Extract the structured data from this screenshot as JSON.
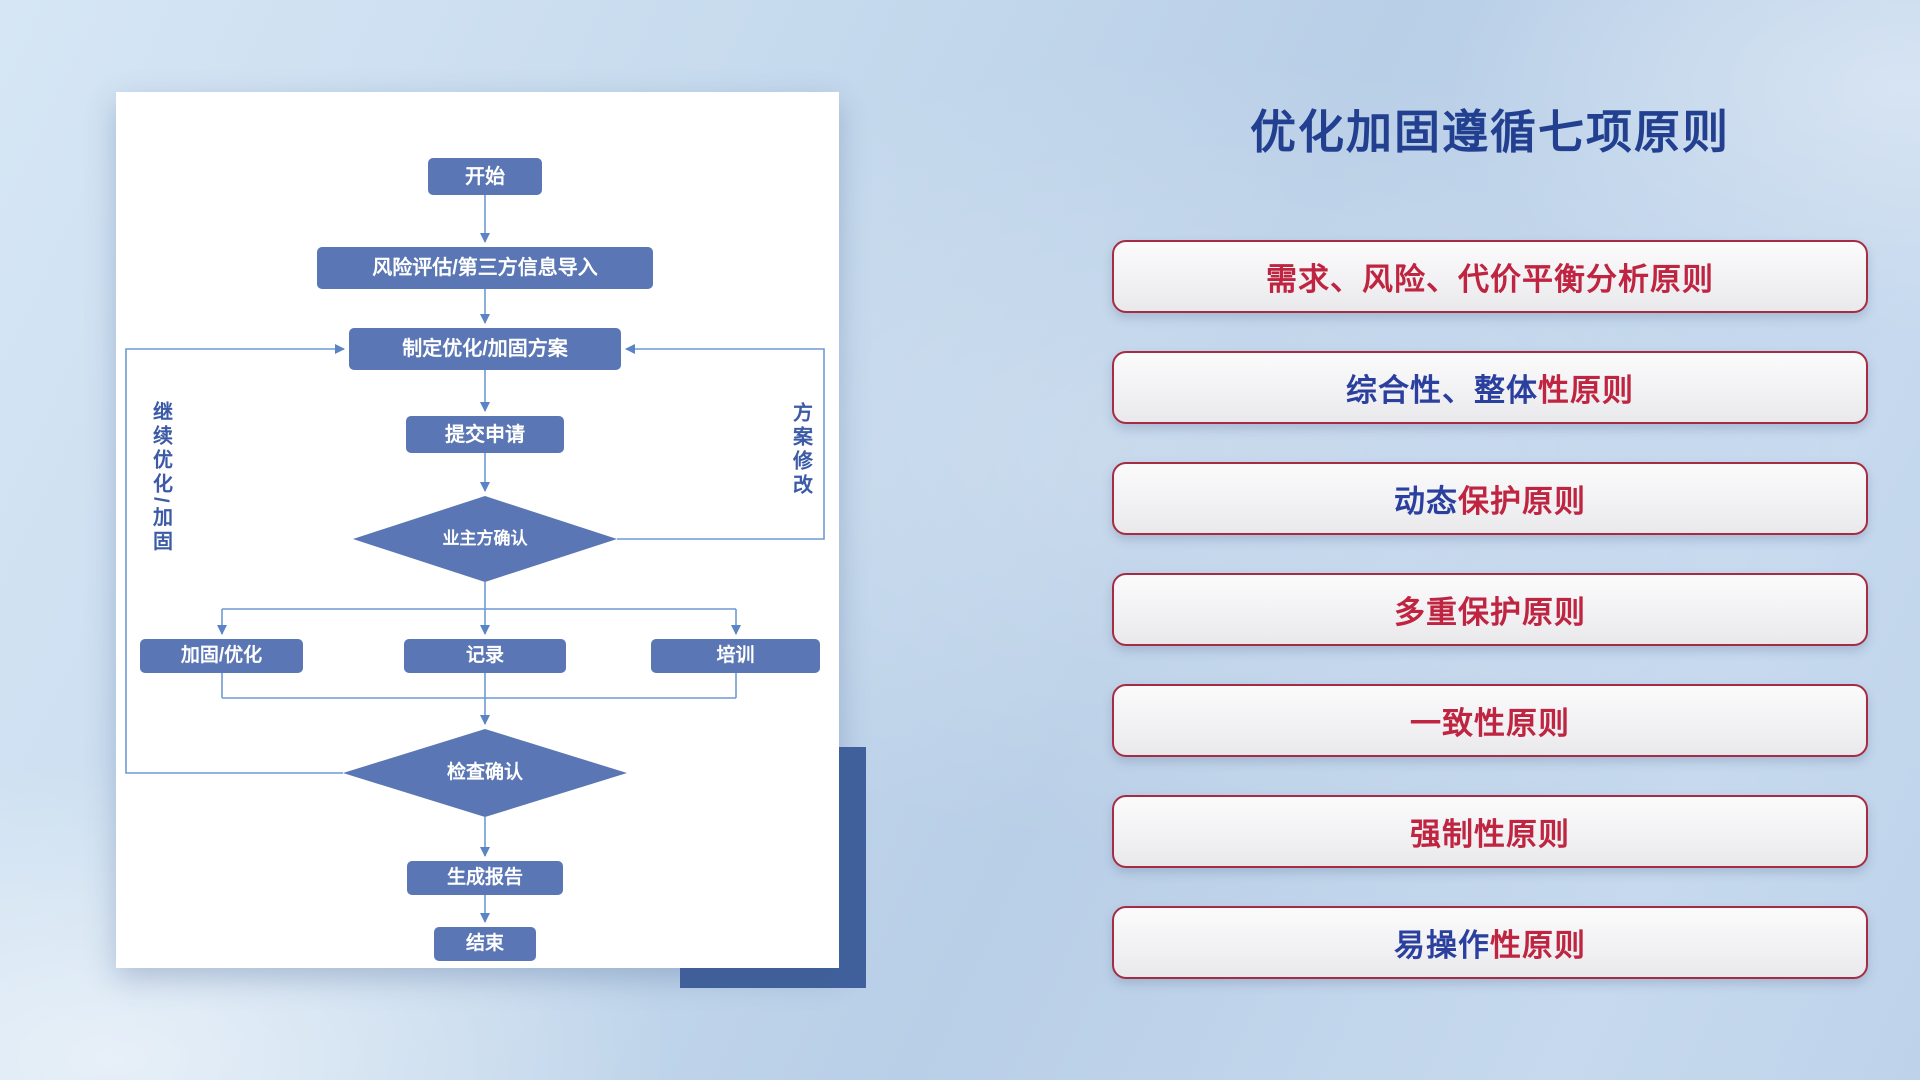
{
  "title": "优化加固遵循七项原则",
  "principles": [
    {
      "segments": [
        {
          "text": "需求、风险、代价平衡分析原则",
          "color": "red"
        }
      ]
    },
    {
      "segments": [
        {
          "text": "综合性、整体",
          "color": "blue"
        },
        {
          "text": "性原则",
          "color": "red"
        }
      ]
    },
    {
      "segments": [
        {
          "text": "动态",
          "color": "blue"
        },
        {
          "text": "保护原则",
          "color": "red"
        }
      ]
    },
    {
      "segments": [
        {
          "text": "多重保护原则",
          "color": "red"
        }
      ]
    },
    {
      "segments": [
        {
          "text": "一致性原则",
          "color": "red"
        }
      ]
    },
    {
      "segments": [
        {
          "text": "强制性原则",
          "color": "red"
        }
      ]
    },
    {
      "segments": [
        {
          "text": "易操作",
          "color": "blue"
        },
        {
          "text": "性原则",
          "color": "red"
        }
      ]
    }
  ],
  "flowchart": {
    "nodes": {
      "start": "开始",
      "risk": "风险评估/第三方信息导入",
      "plan": "制定优化/加固方案",
      "submit": "提交申请",
      "owner_confirm": "业主方确认",
      "harden": "加固/优化",
      "record": "记录",
      "training": "培训",
      "check_confirm": "检查确认",
      "report": "生成报告",
      "end": "结束"
    },
    "labels": {
      "left_loop": "继续优化/加固",
      "right_loop": "方案修改"
    }
  },
  "colors": {
    "red": "#bf2440",
    "blue": "#2b3f9e",
    "pill_border": "#a62c44",
    "title": "#22408f",
    "node_fill": "#5a76b4",
    "connector": "#6f9ad2",
    "accent_rect": "#41619e",
    "side_label": "#3c5ba6"
  }
}
